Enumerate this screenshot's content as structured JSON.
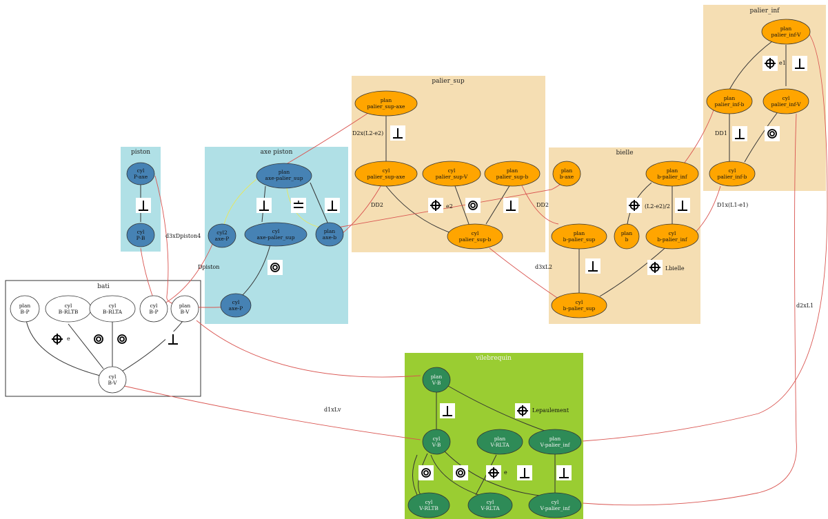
{
  "colors": {
    "blue_fill": "#b0e0e6",
    "blue_node": "#4682b4",
    "orange_fill": "#f5deb3",
    "orange_node": "#ffa500",
    "green_fill": "#9acd32",
    "green_node": "#2e8b57",
    "white_node": "#ffffff",
    "red_edge": "#d9534f",
    "yellow_edge": "#e8e85a",
    "black_edge": "#333333"
  },
  "clusters": {
    "piston": "piston",
    "axe_piston": "axe piston",
    "palier_sup": "palier_sup",
    "bielle": "bielle",
    "palier_inf": "palier_inf",
    "bati": "bati",
    "vilebrequin": "vilebrequin"
  },
  "nodes": {
    "P_axe": {
      "l1": "cyl",
      "l2": "P-axe"
    },
    "P_B": {
      "l1": "cyl",
      "l2": "P-B"
    },
    "axe_palier_sup_plan": {
      "l1": "plan",
      "l2": "axe-palier_sup"
    },
    "cyl2_axe_P": {
      "l1": "cyl2",
      "l2": "axe-P"
    },
    "axe_palier_sup_cyl": {
      "l1": "cyl",
      "l2": "axe-palier_sup"
    },
    "axe_b": {
      "l1": "plan",
      "l2": "axe-b"
    },
    "axe_P": {
      "l1": "cyl",
      "l2": "axe-P"
    },
    "ps_axe_plan": {
      "l1": "plan",
      "l2": "palier_sup-axe"
    },
    "ps_axe_cyl": {
      "l1": "cyl",
      "l2": "palier_sup-axe"
    },
    "ps_V": {
      "l1": "cyl",
      "l2": "palier_sup-V"
    },
    "ps_b_plan": {
      "l1": "plan",
      "l2": "palier_sup-b"
    },
    "ps_b_cyl": {
      "l1": "cyl",
      "l2": "palier_sup-b"
    },
    "b_axe": {
      "l1": "plan",
      "l2": "b-axe"
    },
    "b_palier_inf_plan": {
      "l1": "plan",
      "l2": "b-palier_inf"
    },
    "b_palier_sup_plan": {
      "l1": "plan",
      "l2": "b-palier_sup"
    },
    "b_b": {
      "l1": "plan",
      "l2": "b"
    },
    "b_palier_inf_cyl": {
      "l1": "cyl",
      "l2": "b-palier_inf"
    },
    "b_palier_sup_cyl": {
      "l1": "cyl",
      "l2": "b-palier_sup"
    },
    "pi_V_plan": {
      "l1": "plan",
      "l2": "palier_inf-V"
    },
    "pi_b_plan": {
      "l1": "plan",
      "l2": "palier_inf-b"
    },
    "pi_V_cyl": {
      "l1": "cyl",
      "l2": "palier_inf-V"
    },
    "pi_b_cyl": {
      "l1": "cyl",
      "l2": "palier_inf-b"
    },
    "B_P_plan": {
      "l1": "plan",
      "l2": "B-P"
    },
    "B_RLTB": {
      "l1": "cyl",
      "l2": "B-RLTB"
    },
    "B_RLTA": {
      "l1": "cyl",
      "l2": "B-RLTA"
    },
    "B_P_cyl": {
      "l1": "cyl",
      "l2": "B-P"
    },
    "B_V_plan": {
      "l1": "plan",
      "l2": "B-V"
    },
    "B_V_cyl": {
      "l1": "cyl",
      "l2": "B-V"
    },
    "V_B_plan": {
      "l1": "plan",
      "l2": "V-B"
    },
    "V_B_cyl": {
      "l1": "cyl",
      "l2": "V-B"
    },
    "V_RLTA_plan": {
      "l1": "plan",
      "l2": "V-RLTA"
    },
    "V_pi_plan": {
      "l1": "plan",
      "l2": "V-palier_inf"
    },
    "V_RLTB": {
      "l1": "cyl",
      "l2": "V-RLTB"
    },
    "V_RLTA_cyl": {
      "l1": "cyl",
      "l2": "V-RLTA"
    },
    "V_pi_cyl": {
      "l1": "cyl",
      "l2": "V-palier_inf"
    }
  },
  "edge_labels": {
    "d3xDpiston4": "d3xDpiston4",
    "Dpiston": "Dpiston",
    "D2x_L2_e2": "D2x(L2-e2)",
    "DD2_a": "DD2",
    "DD2_b": "DD2",
    "e2": "e2",
    "d3xL2": "d3xL2",
    "L2_e2_2": "(L2-e2)/2",
    "Lbielle": "Lbielle",
    "e1": "e1",
    "DD1": "DD1",
    "D1x_L1_e1": "D1x(L1-e1)",
    "d2xL1": "d2xL1",
    "e": "e",
    "d1xLv": "d1xLv",
    "Lepaulement": "Lepaulement",
    "e_v": "e"
  }
}
